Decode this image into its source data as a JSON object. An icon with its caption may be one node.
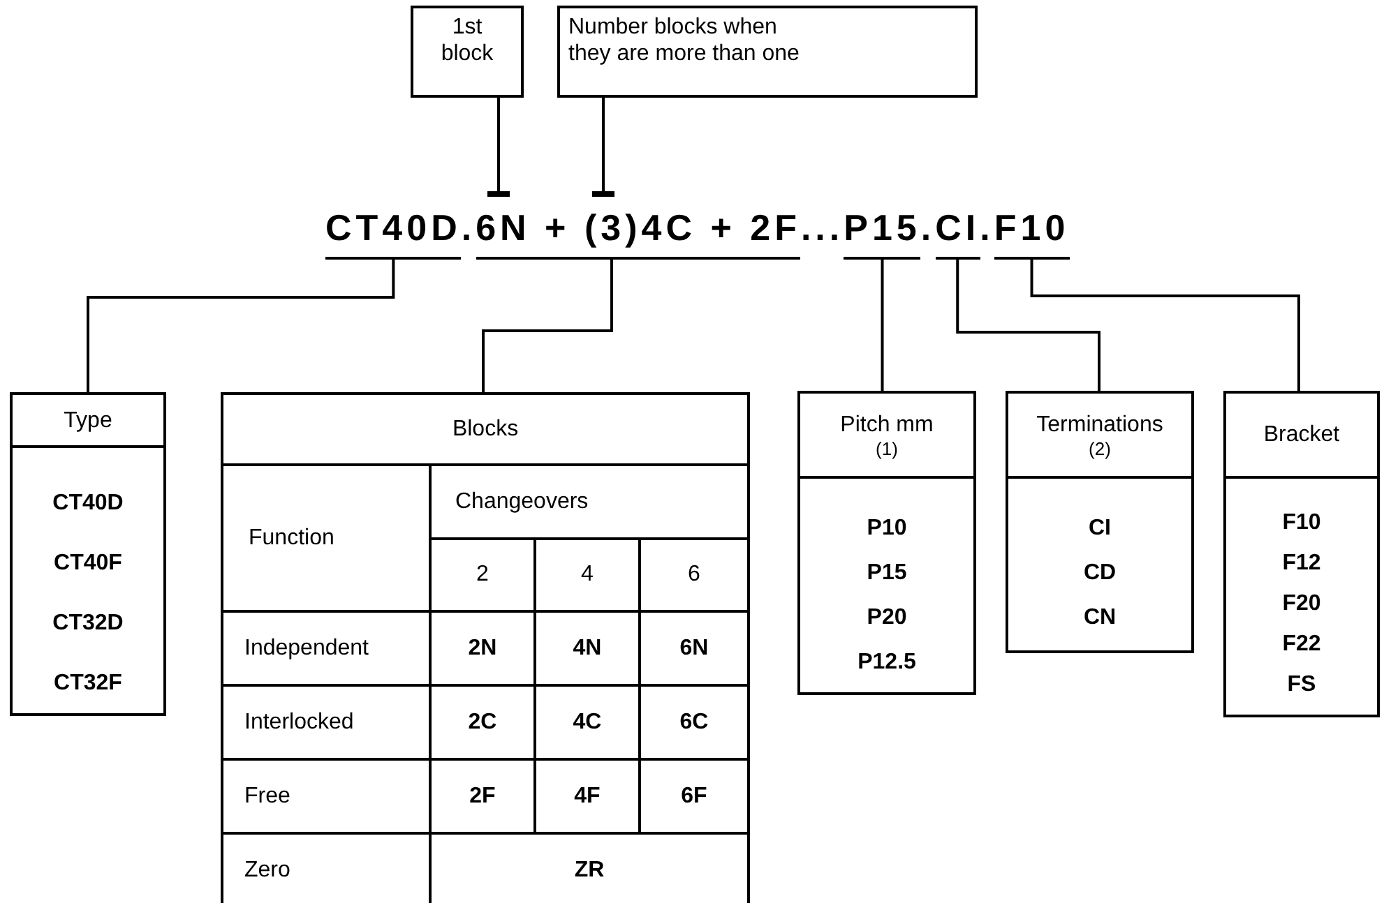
{
  "diagram": {
    "nodes": [
      {
        "text": [
          "1st block"
        ]
      },
      {
        "text": [
          "Number blocks when they are more than one"
        ]
      },
      {
        "text": [
          "CT40D"
        ]
      },
      {
        "text": [
          "6N + (3)4C + 2F"
        ]
      },
      {
        "text": [
          "P15"
        ]
      },
      {
        "text": [
          "CI"
        ]
      },
      {
        "text": [
          "F10"
        ]
      },
      {
        "text": [
          "Type",
          "CT40D",
          "CT40F",
          "CT32D",
          "CT32F"
        ]
      },
      {
        "text": [
          "Blocks",
          "Function",
          "Changeovers",
          "2",
          "4",
          "6",
          "Independent",
          "2N",
          "4N",
          "6N",
          "Interlocked",
          "2C",
          "4C",
          "6C",
          "Free",
          "2F",
          "4F",
          "6F",
          "Zero",
          "ZR"
        ]
      },
      {
        "text": [
          "Pitch mm",
          "(1)",
          "P10",
          "P15",
          "P20",
          "P12.5"
        ]
      },
      {
        "text": [
          "Terminations",
          "(2)",
          "CI",
          "CD",
          "CN"
        ]
      },
      {
        "text": [
          "Bracket",
          "F10",
          "F12",
          "F20",
          "F22",
          "FS"
        ]
      }
    ],
    "edges": [
      {
        "from": 0,
        "to": 3,
        "arrow": "other"
      },
      {
        "from": 1,
        "to": 3,
        "arrow": "other"
      },
      {
        "from": 2,
        "to": 7,
        "arrow": "none"
      },
      {
        "from": 3,
        "to": 8,
        "arrow": "none"
      },
      {
        "from": 4,
        "to": 9,
        "arrow": "none"
      },
      {
        "from": 5,
        "to": 10,
        "arrow": "none"
      },
      {
        "from": 6,
        "to": 11,
        "arrow": "none"
      }
    ],
    "labels": [
      ".",
      "...",
      ".",
      "."
    ]
  }
}
